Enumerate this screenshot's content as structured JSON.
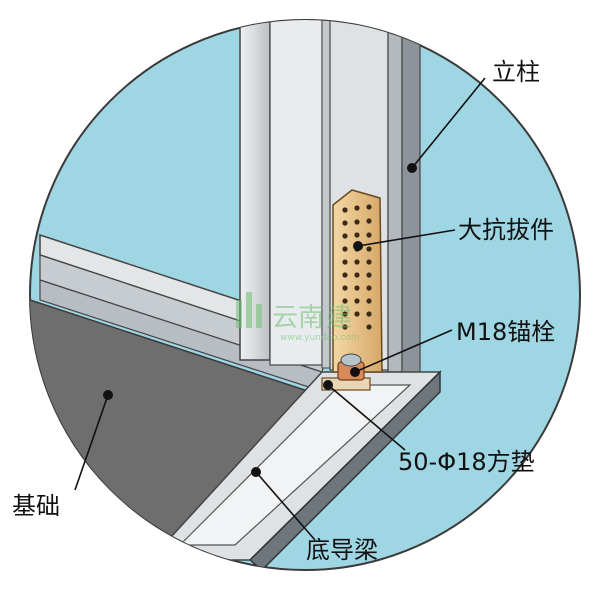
{
  "diagram": {
    "labels": {
      "column": "立柱",
      "hold_down": "大抗拔件",
      "anchor_bolt": "M18锚栓",
      "washer": "50-Φ18方垫",
      "sill_beam": "底导梁",
      "foundation": "基础"
    },
    "watermark": {
      "brand": "云南",
      "brand_tail": "建",
      "url": "www.yundao.com"
    },
    "colors": {
      "background_circle": "#9fd6e3",
      "foundation": "#6f6f6f",
      "steel": "#cfd3d6",
      "steel_dark": "#8e959b",
      "bracket": "#e6c08a",
      "bolt": "#d98a5a",
      "watermark_green": "#6fbf73"
    }
  }
}
